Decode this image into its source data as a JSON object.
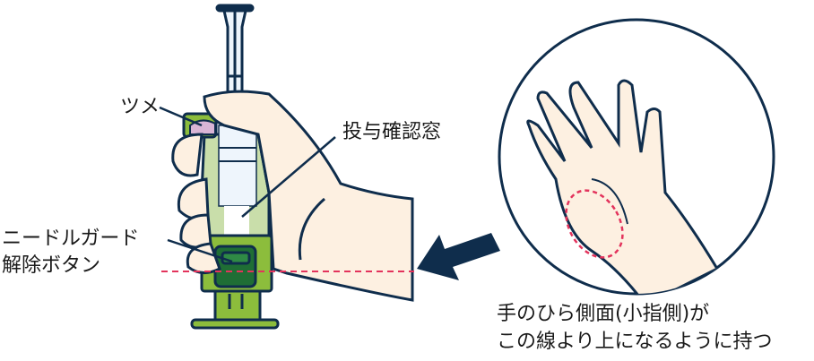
{
  "labels": {
    "claw": "ツメ",
    "window": "投与確認窓",
    "guard_line1": "ニードルガード",
    "guard_line2": "解除ボタン",
    "note_line1": "手のひら側面(小指側)が",
    "note_line2": "この線より上になるように持つ"
  },
  "colors": {
    "outline": "#0f2d4c",
    "skin": "#fdf0e1",
    "green": "#8cbd3c",
    "dark_green": "#1f6e35",
    "light_green": "#c9deaa",
    "window_blue": "#eef5fc",
    "purple": "#d9b5d6",
    "guide_line": "#e3335c"
  }
}
